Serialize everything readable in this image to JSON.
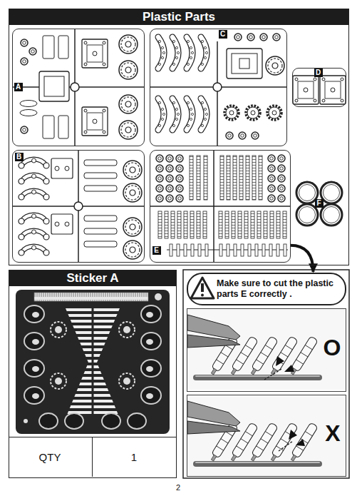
{
  "diagram": {
    "nodes": [
      {
        "text": [
          "Plastic Parts"
        ]
      },
      {
        "text": [
          "A"
        ],
        "in": 0
      },
      {
        "text": [
          "C"
        ],
        "in": 0
      },
      {
        "text": [
          "D"
        ],
        "in": 0
      },
      {
        "text": [
          "B"
        ],
        "in": 0
      },
      {
        "text": [
          "E"
        ],
        "in": 0
      },
      {
        "text": [
          "F"
        ],
        "in": 0
      },
      {
        "text": [
          "Sticker A"
        ]
      },
      {
        "text": [
          "QTY"
        ],
        "in": 7
      },
      {
        "text": [
          "1"
        ],
        "in": 7
      },
      {
        "text": [
          "Make sure to cut the plastic parts E correctly ."
        ]
      },
      {
        "text": [
          "O"
        ]
      },
      {
        "text": [
          "X"
        ]
      }
    ],
    "edges": [
      {
        "from": 5,
        "to": 10,
        "arrow": "to"
      }
    ],
    "labels": [
      "2"
    ]
  }
}
